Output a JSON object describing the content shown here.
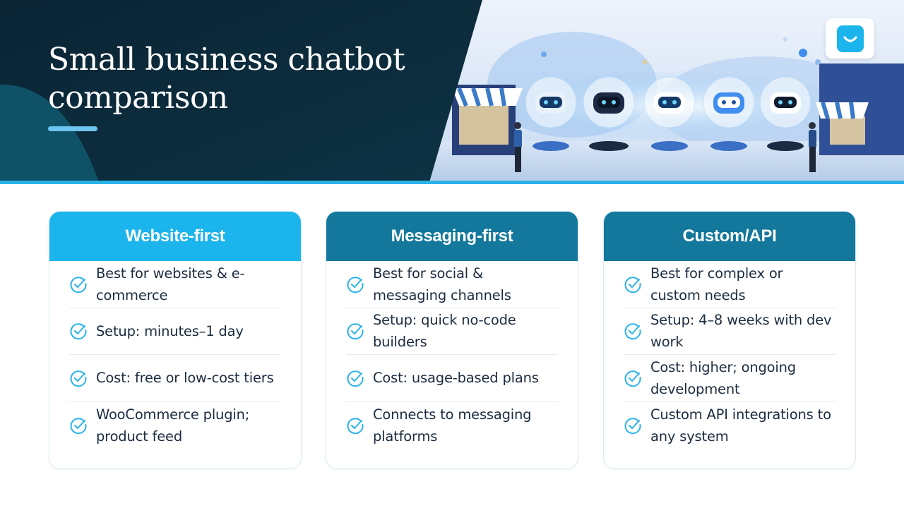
{
  "header": {
    "title": "Small business chatbot comparison",
    "colors": {
      "dark_navy": "#0b2a3d",
      "teal": "#0f5268",
      "accent": "#6cc4ef",
      "rule": "#2bb3ea"
    }
  },
  "logo": {
    "icon": "smile-icon",
    "color": "#1cb4ec"
  },
  "cards": [
    {
      "title": "Website-first",
      "header_color": "#1cb4ec",
      "items": [
        "Best for websites & e-commerce",
        "Setup: minutes–1 day",
        "Cost: free or low-cost tiers",
        "WooCommerce plugin; product feed"
      ]
    },
    {
      "title": "Messaging-first",
      "header_color": "#13789c",
      "items": [
        "Best for social & messaging channels",
        "Setup: quick no-code builders",
        "Cost: usage-based plans",
        "Connects to messaging platforms"
      ]
    },
    {
      "title": "Custom/API",
      "header_color": "#13789c",
      "items": [
        "Best for complex or custom needs",
        "Setup: 4–8 weeks with dev work",
        "Cost: higher; ongoing development",
        "Custom API integrations to any system"
      ]
    }
  ],
  "check_icon": {
    "name": "check-circle-icon",
    "color": "#2bb3ea"
  }
}
